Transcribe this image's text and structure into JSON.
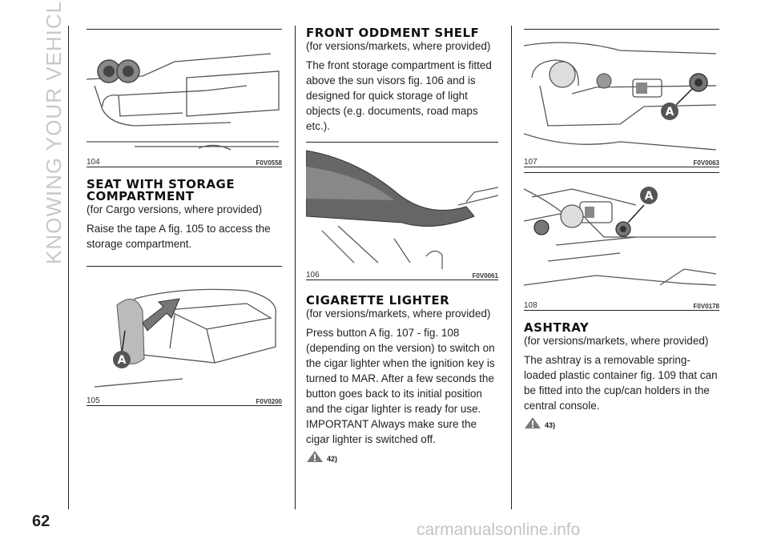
{
  "side_title": "KNOWING YOUR VEHICLE",
  "page_number": "62",
  "footer": "carmanualsonline.info",
  "figures": {
    "f104": {
      "number": "104",
      "code": "F0V0558"
    },
    "f105": {
      "number": "105",
      "code": "F0V0200",
      "label": "A"
    },
    "f106": {
      "number": "106",
      "code": "F0V0061"
    },
    "f107": {
      "number": "107",
      "code": "F0V0063",
      "label": "A"
    },
    "f108": {
      "number": "108",
      "code": "F0V0178",
      "label": "A"
    }
  },
  "sections": {
    "seat": {
      "title_line1": "SEAT WITH STORAGE",
      "title_line2": "COMPARTMENT",
      "subtitle": "(for Cargo versions, where provided)",
      "body": "Raise the tape A fig. 105 to access the storage compartment."
    },
    "shelf": {
      "title": "FRONT ODDMENT SHELF",
      "subtitle": "(for versions/markets, where provided)",
      "body": "The front storage compartment is fitted above the sun visors fig. 106 and is designed for quick storage of light objects (e.g. documents, road maps etc.)."
    },
    "lighter": {
      "title": "CIGARETTE LIGHTER",
      "subtitle": "(for versions/markets, where provided)",
      "body": "Press button A fig. 107 - fig. 108 (depending on the version) to switch on the cigar lighter when the ignition key is turned to MAR. After a few seconds the button goes back to its initial position and the cigar lighter is ready for use.",
      "important": "IMPORTANT Always make sure the cigar lighter is switched off.",
      "warning_ref": "42)"
    },
    "ashtray": {
      "title": "ASHTRAY",
      "subtitle": "(for versions/markets, where provided)",
      "body": "The ashtray is a removable spring-loaded plastic container fig. 109 that can be fitted into the cup/can holders in the central console.",
      "warning_ref": "43)"
    }
  }
}
